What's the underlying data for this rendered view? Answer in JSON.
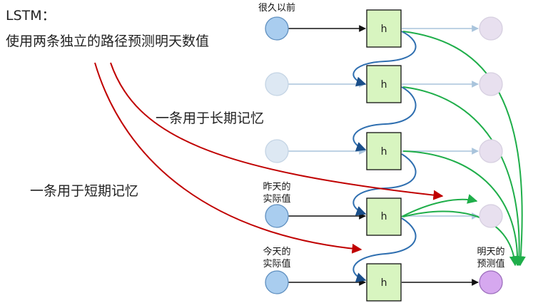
{
  "title": "LSTM：",
  "subtitle": "使用两条独立的路径预测明天数值",
  "notes": {
    "long_term": "一条用于长期记忆",
    "short_term": "一条用于短期记忆"
  },
  "inputs": {
    "long_ago": "很久以前",
    "yesterday_line1": "昨天的",
    "yesterday_line2": "实际值",
    "today_line1": "今天的",
    "today_line2": "实际值"
  },
  "output": {
    "line1": "明天的",
    "line2": "预测值"
  },
  "cell_label": "h",
  "colors": {
    "input_node": "#a9cdef",
    "input_node_faded": "#dde8f3",
    "output_node": "#d6a8ef",
    "output_node_faded": "#e8e0ef",
    "cell_fill": "#d8f5c0",
    "green_arrow": "#1fae4a",
    "red_arrow": "#c00000",
    "blue_link": "#2f6fb0"
  }
}
